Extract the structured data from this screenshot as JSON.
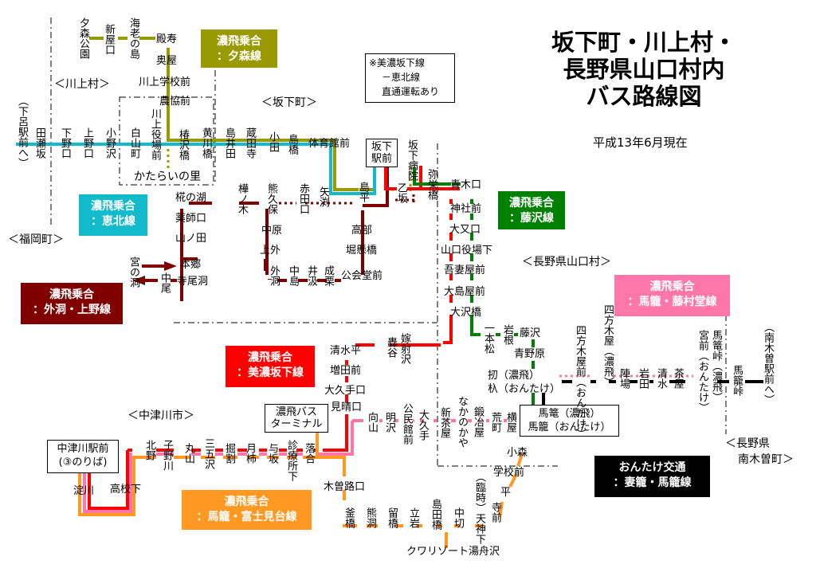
{
  "title": {
    "line1": "坂下町・川上村・",
    "line2": "長野県山口村内",
    "line3": "バス路線図",
    "date": "平成13年6月現在"
  },
  "note": {
    "line1": "※美濃坂下線",
    "line2": "－恵北線",
    "line3": "直通運転あり"
  },
  "colors": {
    "yumori": "#999900",
    "keihoku": "#11bbcc",
    "sotobora": "#800000",
    "minosakashita": "#ff0000",
    "fujisawa": "#008000",
    "magome_fujimura": "#ff77aa",
    "magome_fujimidai": "#ff9922",
    "ontake": "#000000"
  },
  "routes": [
    {
      "id": "yumori",
      "operator": "濃飛乗合",
      "name": "：夕森線",
      "color": "#999900"
    },
    {
      "id": "keihoku",
      "operator": "濃飛乗合",
      "name": "：恵北線",
      "color": "#11bbcc"
    },
    {
      "id": "sotobora",
      "operator": "濃飛乗合",
      "name": "：外洞・上野線",
      "color": "#800000"
    },
    {
      "id": "fujisawa",
      "operator": "濃飛乗合",
      "name": "：藤沢線",
      "color": "#008000"
    },
    {
      "id": "magome_fujimura",
      "operator": "濃飛乗合",
      "name": "：馬籠・藤村堂線",
      "color": "#ff77aa"
    },
    {
      "id": "minosakashita",
      "operator": "濃飛乗合",
      "name": "：美濃坂下線",
      "color": "#ff0000"
    },
    {
      "id": "magome_fujimidai",
      "operator": "濃飛乗合",
      "name": "：馬籠・富士見台線",
      "color": "#ff9922"
    },
    {
      "id": "ontake",
      "operator": "おんたけ交通",
      "name": "：妻籠・馬籠線",
      "color": "#000000"
    }
  ],
  "regions": {
    "kawaue": "＜川上村＞",
    "sakashita": "＜坂下町＞",
    "fukuoka": "＜福岡町＞",
    "yamaguchi": "＜長野県山口村＞",
    "nakatsugawa": "＜中津川市＞",
    "minamikiso_1": "＜長野県",
    "minamikiso_2": "南木曽町＞",
    "katarai": "かたらいの里"
  },
  "boxed_stops": {
    "sakashita_eki": "坂下駅前",
    "nohi_terminal_1": "濃飛バス",
    "nohi_terminal_2": "ターミナル",
    "nakatsugawa_1": "中津川駅前",
    "nakatsugawa_2": "(③のりば)",
    "magome_1": "馬篭（濃飛）",
    "magome_2": "馬籠（おんたけ）"
  },
  "stops": {
    "yumori_koen": "夕森公園",
    "shinya_guchi": "新屋口",
    "ebinoshima": "海老の島",
    "tonosu": "殿寿",
    "okuya": "奥屋",
    "kawaue_gakko": "川上学校前",
    "nokyo": "農協前",
    "gero": "（下呂駅前へ）",
    "tasezaka": "田瀬坂",
    "shimono_guchi": "下野口",
    "kamino_guchi": "上野口",
    "onozawa": "小野沢",
    "shirayama": "白山町",
    "kawaue_yakuba": "川上役場前",
    "tsubakizawa": "椿沢橋",
    "kikawa": "黄川橋",
    "shimaida": "島井田",
    "kuradadera": "蔵田寺",
    "oda": "小田",
    "shimabashi": "島橋",
    "taiikukan": "体育館前",
    "byoin": "坂下病院",
    "otsuzaka": "乙坂",
    "yasaka": "弥栄橋",
    "aokiguchi": "青木口",
    "shimadaira": "島平",
    "yabuchi": "矢渕",
    "akadaguchi": "赤田口",
    "kumakubo": "熊久保",
    "kabanoki": "樺ノ木",
    "kunugi": "椛の湖",
    "yakushi": "薬師口",
    "yamanota": "山ノ田",
    "hongo": "本郷",
    "terabora": "寺尾洞",
    "nakao": "中尾",
    "miyanobora": "宮の洞",
    "nakahara": "中原",
    "kamisoto": "上外",
    "sotobora": "外洞",
    "nakajima": "中島",
    "ikumi": "井汲",
    "narikuri": "成栗",
    "kokaido": "公会堂前",
    "horikake": "堀懸橋",
    "takabe": "高部",
    "jinja": "神社前",
    "omataguchi": "大又口",
    "yakuba_shita": "山口役場下",
    "agatsuma": "吾妻屋前",
    "oshimaya": "大島屋前",
    "osawa": "大沢橋",
    "ipponmatsu": "一本松",
    "iwane": "岩根",
    "fujisawa": "藤沢",
    "aonohara": "青野原",
    "tochi_1": "扨（濃飛）",
    "tochi_2": "杁（おんたけ）",
    "yomoki_ontake": "四方木屋前（おんたけ）",
    "yomoki_nohi": "四方木屋（濃飛）",
    "jinba": "陣場",
    "iwata": "岩田",
    "shimizu": "清水",
    "chaya": "茶屋",
    "miyamae": "宮前（おんたけ）",
    "magome_toge_nohi": "馬篭峠（濃飛）",
    "magome_toge": "馬籠峠",
    "nagiso": "（南木曽駅前へ）",
    "todoroki": "轟谷",
    "yomezawa": "嫁射沢",
    "shimizudaira": "清水平",
    "masuda": "増田前",
    "okute_guchi": "大久手口",
    "miharashi": "見晴口",
    "mukaiyama": "向山",
    "akezawa": "明沢",
    "kominkan": "公民館前",
    "okute": "大久手",
    "shinchaya": "新茶屋",
    "nakanokaya": "なかのかや",
    "kajiya": "鍛冶屋",
    "aramachi": "荒町",
    "yokoya": "横屋",
    "komori": "小森",
    "gakko": "学校前",
    "taira": "平",
    "teramae": "寺前",
    "tenjin": "（臨時）天神下",
    "nakagiri": "中切",
    "shimadabashi": "島田橋",
    "tateiwa": "立岩",
    "tomebashi": "留橋",
    "kumabora": "熊洞",
    "kamabashi": "釜橋",
    "kisoji": "木曽路口",
    "resort": "クワリゾート湯舟沢",
    "ochiai": "落合",
    "shinryojo": "診療所下",
    "yosaka": "与坂",
    "tsukige": "月柿",
    "horiwari": "掘割",
    "sangosawa": "三五沢",
    "maruyama": "丸山",
    "konogawa": "子野川",
    "kitano": "北野",
    "koko": "高校下",
    "yodogawa": "淀川"
  }
}
